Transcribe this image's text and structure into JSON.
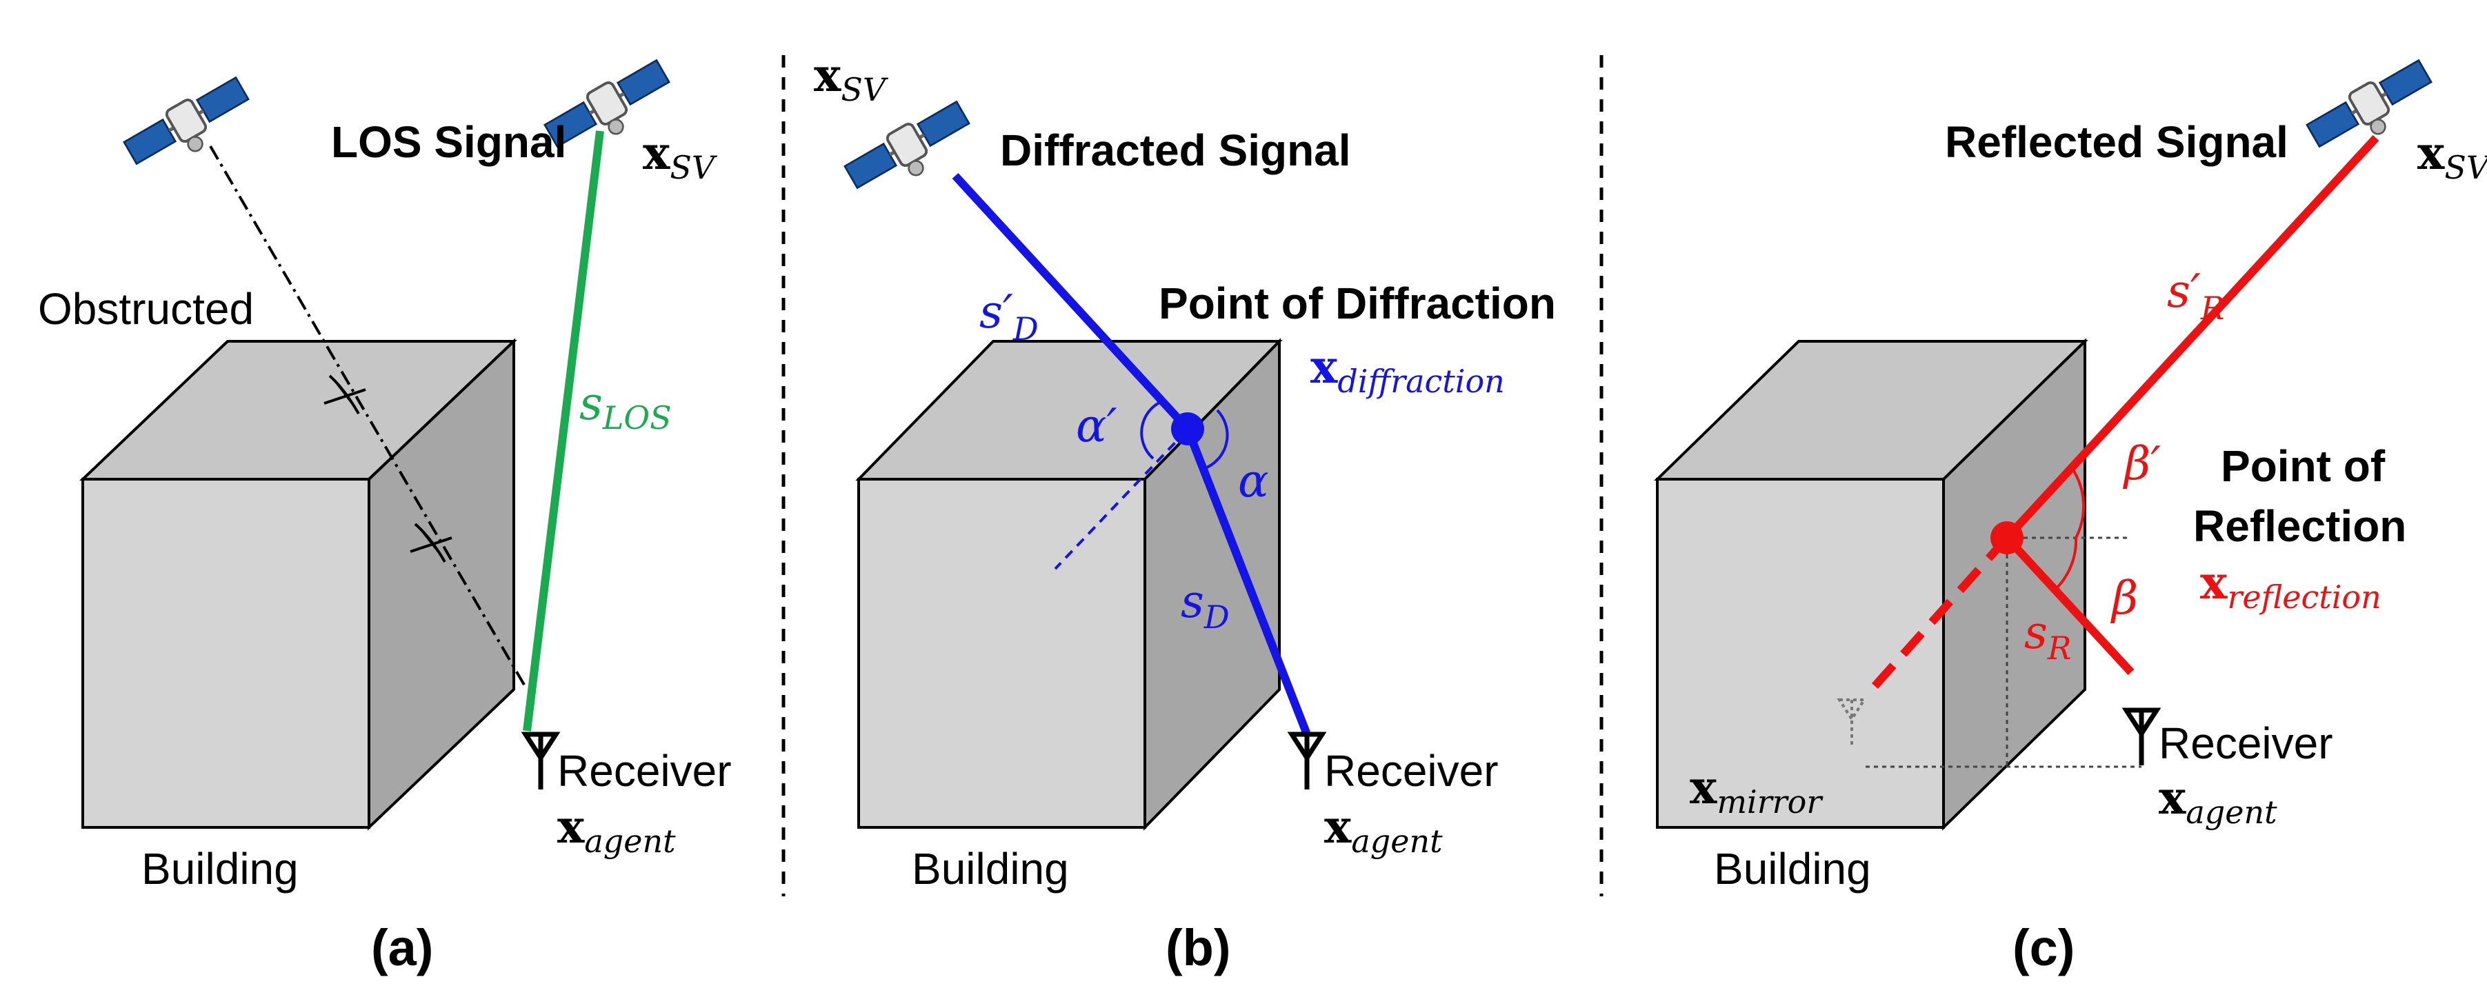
{
  "colors": {
    "los": "#1aaa50",
    "diffraction": "#1414e6",
    "reflection": "#ee1111",
    "building_front": "#d4d4d4",
    "building_top": "#c6c6c6",
    "building_side": "#a6a6a6"
  },
  "icons": [
    "satellite-icon",
    "antenna-icon"
  ],
  "panel_a": {
    "los_signal": "LOS Signal",
    "sv_symbol": "x",
    "sv_sub": "SV",
    "obstructed": "Obstructed",
    "s_symbol": "s",
    "s_sub": "LOS",
    "receiver": "Receiver",
    "agent_symbol": "x",
    "agent_sub": "agent",
    "building": "Building",
    "caption": "(a)"
  },
  "panel_b": {
    "sv_symbol": "x",
    "sv_sub": "SV",
    "diffracted_signal": "Diffracted Signal",
    "point_of_diffraction": "Point of Diffraction",
    "diff_symbol": "x",
    "diff_sub": "diffraction",
    "s_prime_symbol": "s′",
    "s_prime_sub": "D",
    "alpha_prime": "α′",
    "alpha": "α",
    "s_symbol": "s",
    "s_sub": "D",
    "receiver": "Receiver",
    "agent_symbol": "x",
    "agent_sub": "agent",
    "building": "Building",
    "caption": "(b)"
  },
  "panel_c": {
    "reflected_signal": "Reflected Signal",
    "sv_symbol": "x",
    "sv_sub": "SV",
    "s_prime_symbol": "s′",
    "s_prime_sub": "R",
    "point_of": "Point of",
    "reflection": "Reflection",
    "refl_symbol": "x",
    "refl_sub": "reflection",
    "beta_prime": "β′",
    "beta": "β",
    "s_symbol": "s",
    "s_sub": "R",
    "receiver": "Receiver",
    "agent_symbol": "x",
    "agent_sub": "agent",
    "mirror_symbol": "x",
    "mirror_sub": "mirror",
    "building": "Building",
    "caption": "(c)"
  }
}
